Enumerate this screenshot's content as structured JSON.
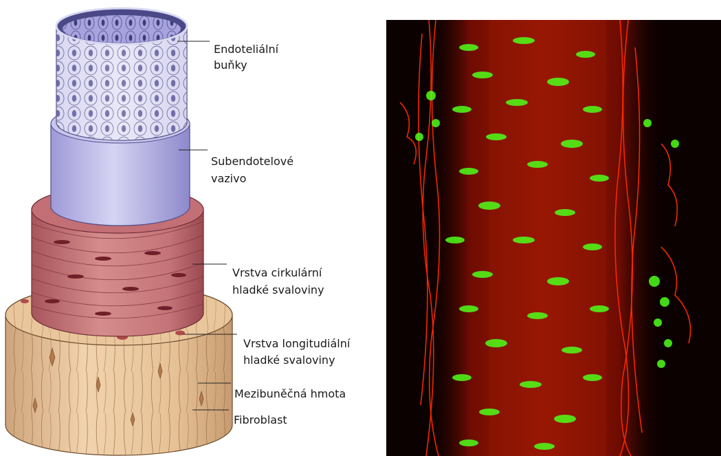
{
  "labels": {
    "endothelial_l1": "Endoteliální",
    "endothelial_l2": "buňky",
    "subendothelial_l1": "Subendotelové",
    "subendothelial_l2": "vazivo",
    "circular_l1": "Vrstva cirkulární",
    "circular_l2": "hladké svaloviny",
    "longitudinal_l1": "Vrstva longitudiální",
    "longitudinal_l2": "hladké svaloviny",
    "matrix": "Mezibuněčná hmota",
    "fibroblast": "Fibroblast"
  },
  "colors": {
    "endothelium": "#c9c7ea",
    "subendothelium": "#b9b6e6",
    "circular_muscle": "#c9787c",
    "longitudinal_muscle": "#e8c397",
    "micro_background": "#0b0100",
    "micro_red": "#ff2200",
    "micro_green": "#4dff1a"
  }
}
